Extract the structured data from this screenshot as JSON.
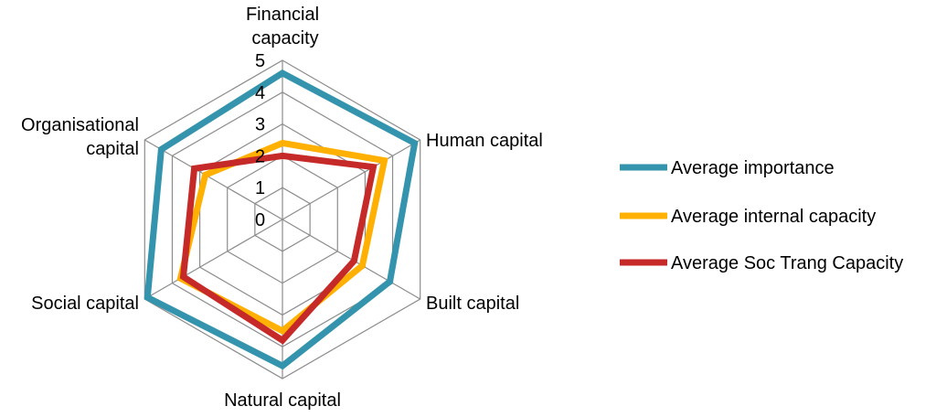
{
  "chart_data": {
    "type": "radar",
    "title": "",
    "categories": [
      "Financial capacity",
      "Human capital",
      "Built capital",
      "Natural capital",
      "Social capital",
      "Organisational capital"
    ],
    "axis_label_lines": [
      [
        "Financial",
        "capacity"
      ],
      [
        "Human capital"
      ],
      [
        "Built capital"
      ],
      [
        "Natural capital"
      ],
      [
        "Social capital"
      ],
      [
        "Organisational",
        "capital"
      ]
    ],
    "r_ticks": [
      "0",
      "1",
      "2",
      "3",
      "4",
      "5"
    ],
    "r_range": [
      0,
      5
    ],
    "grid": true,
    "legend_position": "right",
    "series": [
      {
        "name": "Average importance",
        "color": "#3594ad",
        "values": [
          4.6,
          4.8,
          3.9,
          4.6,
          4.9,
          4.4
        ]
      },
      {
        "name": "Average internal capacity",
        "color": "#ffb000",
        "values": [
          2.4,
          3.7,
          2.9,
          3.5,
          3.7,
          2.8
        ]
      },
      {
        "name": "Average Soc Trang Capacity",
        "color": "#c62a28",
        "values": [
          2.0,
          3.3,
          2.6,
          3.8,
          3.6,
          3.2
        ]
      }
    ]
  }
}
